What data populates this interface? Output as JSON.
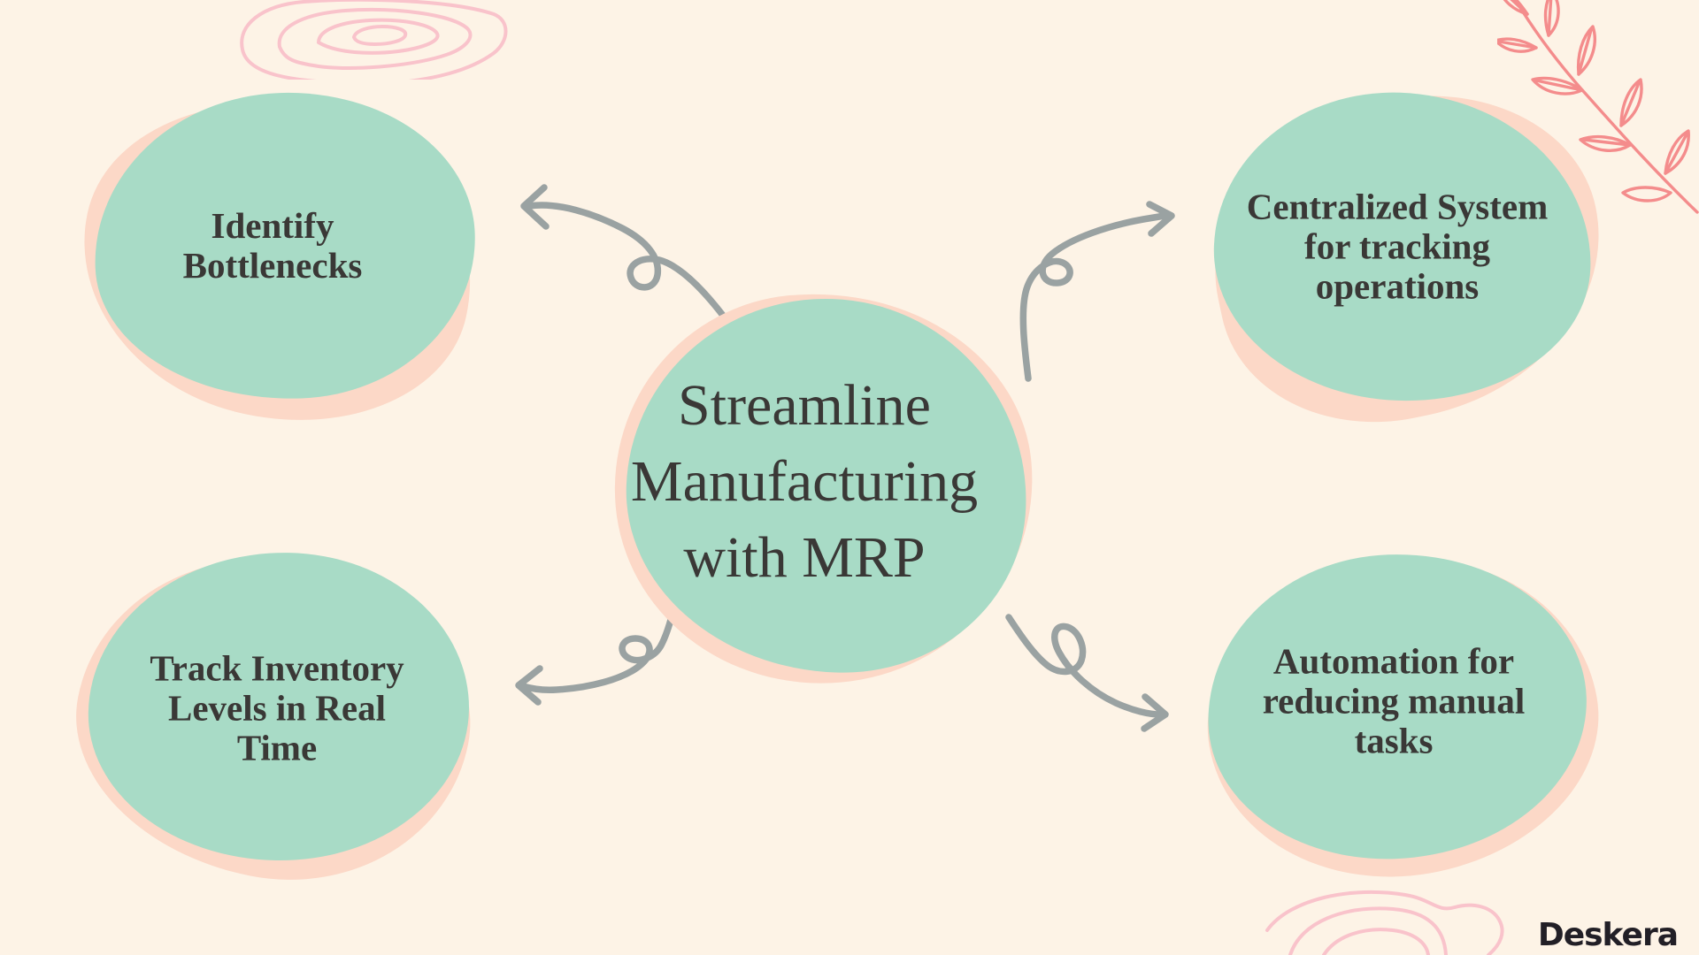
{
  "colors": {
    "background": "#fdf3e6",
    "bubble_green": "#a8dbc6",
    "bubble_peach": "#fcd8c7",
    "connector_gray": "#9aa2a2",
    "text_dark": "#3a3836",
    "rose_pink": "#f9c3cb",
    "leaf_coral": "#f48c8c",
    "logo_black": "#221f26"
  },
  "center_bubble": {
    "lines": [
      "Streamline",
      "Manufacturing",
      "with MRP"
    ]
  },
  "nodes": {
    "top_left": {
      "lines": [
        "Identify",
        "Bottlenecks"
      ]
    },
    "top_right": {
      "lines": [
        "Centralized System",
        "for tracking",
        "operations"
      ]
    },
    "bottom_left": {
      "lines": [
        "Track Inventory",
        "Levels in Real",
        "Time"
      ]
    },
    "bottom_right": {
      "lines": [
        "Automation for",
        "reducing manual",
        "tasks"
      ]
    }
  },
  "branding": {
    "logo_text": "Deskera"
  }
}
